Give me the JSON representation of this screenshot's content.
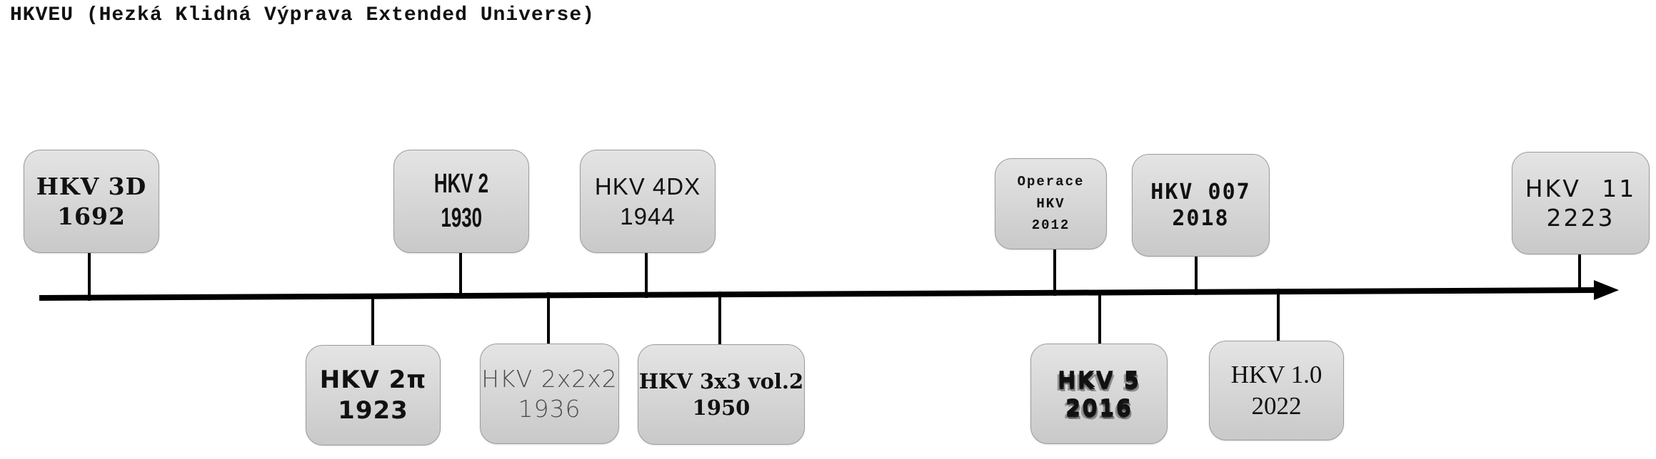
{
  "title": "HKVEU (Hezká Klidná Výprava Extended Universe)",
  "colors": {
    "background": "#ffffff",
    "box_fill_top": "#e4e4e4",
    "box_fill_bottom": "#c9c9c9",
    "box_border": "#9b9b9b",
    "timeline": "#000000",
    "text": "#111111"
  },
  "timeline": {
    "type": "horizontal-arrow",
    "arrow_direction": "right"
  },
  "events": [
    {
      "id": "hkv-3d",
      "name": "HKV 3D",
      "year": "1692",
      "side": "above",
      "font_style": "blackletter"
    },
    {
      "id": "hkv-2pi",
      "name": "HKV 2π",
      "year": "1923",
      "side": "below",
      "font_style": "art-deco"
    },
    {
      "id": "hkv-2",
      "name": "HKV 2",
      "year": "1930",
      "side": "above",
      "font_style": "condensed"
    },
    {
      "id": "hkv-2x2x2",
      "name": "HKV 2x2x2",
      "year": "1936",
      "side": "below",
      "font_style": "geometric"
    },
    {
      "id": "hkv-4dx",
      "name": "HKV 4DX",
      "year": "1944",
      "side": "above",
      "font_style": "sans"
    },
    {
      "id": "hkv-3x3-vol2",
      "name": "HKV 3x3 vol.2",
      "year": "1950",
      "side": "below",
      "font_style": "slab"
    },
    {
      "id": "operace-hkv",
      "name": "Operace\nHKV",
      "year": "2012",
      "side": "above",
      "font_style": "typewriter"
    },
    {
      "id": "hkv-5",
      "name": "HKV 5",
      "year": "2016",
      "side": "below",
      "font_style": "horror"
    },
    {
      "id": "hkv-007",
      "name": "HKV 007",
      "year": "2018",
      "side": "above",
      "font_style": "mono"
    },
    {
      "id": "hkv-1-0",
      "name": "HKV 1.0",
      "year": "2022",
      "side": "below",
      "font_style": "serif"
    },
    {
      "id": "hkv-11",
      "name": "HKV 11",
      "year": "2223",
      "side": "above",
      "font_style": "futuristic"
    }
  ]
}
